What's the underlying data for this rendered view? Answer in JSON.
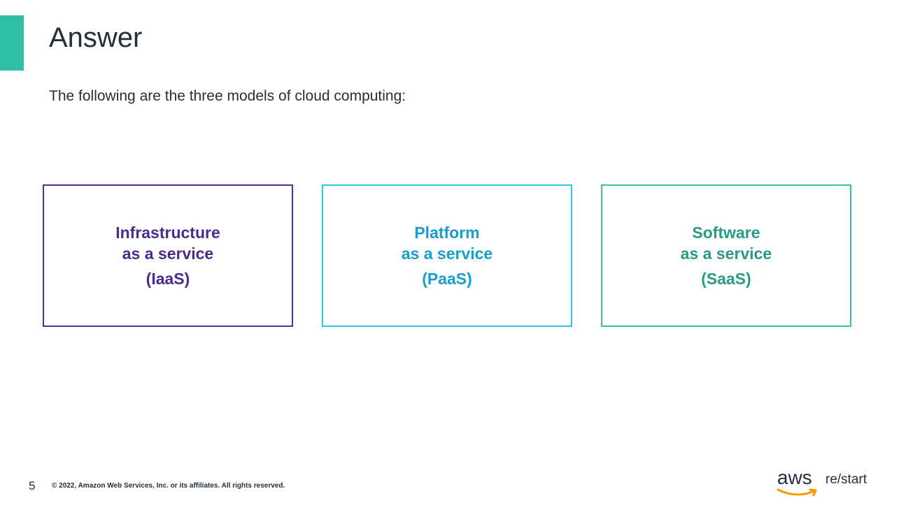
{
  "slide": {
    "title": "Answer",
    "subtitle": "The following are the three models of cloud computing:",
    "boxes": [
      {
        "line1": "Infrastructure",
        "line2": "as a service",
        "abbr": "(IaaS)",
        "color": "#4d2a8e"
      },
      {
        "line1": "Platform",
        "line2": "as a service",
        "abbr": "(PaaS)",
        "color": "#1a9ec9"
      },
      {
        "line1": "Software",
        "line2": "as a service",
        "abbr": "(SaaS)",
        "color": "#2a9a88"
      }
    ],
    "box_borders": [
      "#5a2d91",
      "#2fc6e6",
      "#3bbfa7"
    ],
    "accent_color": "#2ebfa5"
  },
  "footer": {
    "page_number": "5",
    "copyright": "© 2022, Amazon Web Services, Inc. or its affiliates. All rights reserved."
  },
  "logo": {
    "brand": "aws",
    "product": "re/start",
    "smile_color": "#ff9900"
  }
}
